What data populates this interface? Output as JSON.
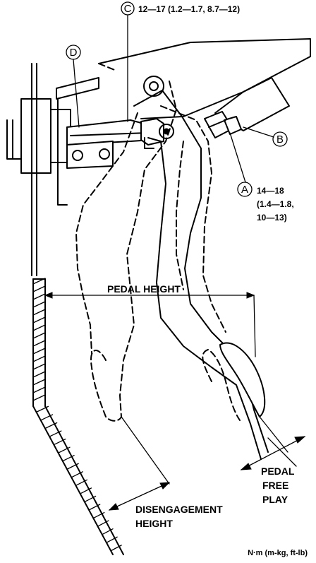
{
  "callouts": {
    "c": {
      "letter": "C",
      "spec": "12—17 (1.2—1.7, 8.7—12)"
    },
    "d": {
      "letter": "D"
    },
    "b": {
      "letter": "B"
    },
    "a": {
      "letter": "A",
      "spec_line1": "14—18",
      "spec_line2": "(1.4—1.8,",
      "spec_line3": "10—13)"
    }
  },
  "dimensions": {
    "pedal_height": "PEDAL HEIGHT",
    "pedal_free_play": [
      "PEDAL",
      "FREE",
      "PLAY"
    ],
    "disengagement_height": [
      "DISENGAGEMENT",
      "HEIGHT"
    ]
  },
  "units_note": "N·m (m-kg, ft-lb)"
}
